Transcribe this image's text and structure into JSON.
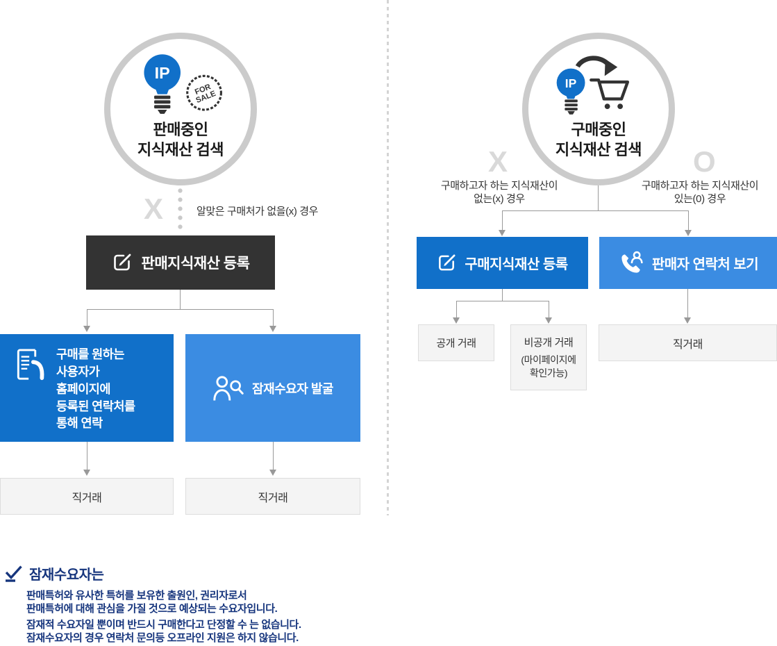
{
  "colors": {
    "primary_blue": "#1170c9",
    "light_blue": "#3b8ce2",
    "dark_box": "#333333",
    "navy_text": "#16357d",
    "circle_ring": "#cbcbcb",
    "connector_gray": "#999999",
    "muted_mark": "#d9d9d9",
    "gray_box_bg": "#f4f4f4",
    "gray_box_border": "#dddddd"
  },
  "left_flow": {
    "circle": {
      "ip": "IP",
      "badge_line1": "FOR",
      "badge_line2": "SALE",
      "label": "판매중인\n지식재산 검색",
      "icon": "ip-bulb-for-sale-icon"
    },
    "branch": {
      "mark": "X",
      "condition": "알맞은 구매처가 없을(x) 경우"
    },
    "register_box": {
      "label": "판매지식재산 등록",
      "icon": "edit-square-icon"
    },
    "contact_box": {
      "label": "구매를 원하는\n사용자가\n홈페이지에\n등록된 연락처를\n통해 연락",
      "icon": "document-phone-icon"
    },
    "discover_box": {
      "label": "잠재수요자 발굴",
      "icon": "person-search-icon"
    },
    "contact_result": "직거래",
    "discover_result": "직거래"
  },
  "right_flow": {
    "circle": {
      "ip": "IP",
      "label": "구매중인\n지식재산 검색",
      "icon": "ip-bulb-cart-icon"
    },
    "no_branch": {
      "mark": "X",
      "condition": "구매하고자 하는 지식재산이\n없는(x) 경우"
    },
    "yes_branch": {
      "mark": "O",
      "condition": "구매하고자 하는 지식재산이\n있는(0) 경우"
    },
    "register_box": {
      "label": "구매지식재산 등록",
      "icon": "edit-square-icon"
    },
    "seller_box": {
      "label": "판매자 연락처 보기",
      "icon": "phone-person-icon"
    },
    "open_trade": "공개 거래",
    "private_trade": {
      "title": "비공개 거래",
      "sub": "(마이페이지에\n확인가능)"
    },
    "direct_result": "직거래"
  },
  "note": {
    "title": "잠재수요자는",
    "icon": "check-underline-icon",
    "para1": "판매특허와 유사한 특허를 보유한 출원인, 권리자로서\n판매특허에 대해 관심을 가질 것으로 예상되는 수요자입니다.",
    "para2": "잠재적 수요자일 뿐이며 반드시 구매한다고 단정할 수 는 없습니다.\n잠재수요자의 경우 연락처 문의등 오프라인 지원은 하지 않습니다."
  }
}
